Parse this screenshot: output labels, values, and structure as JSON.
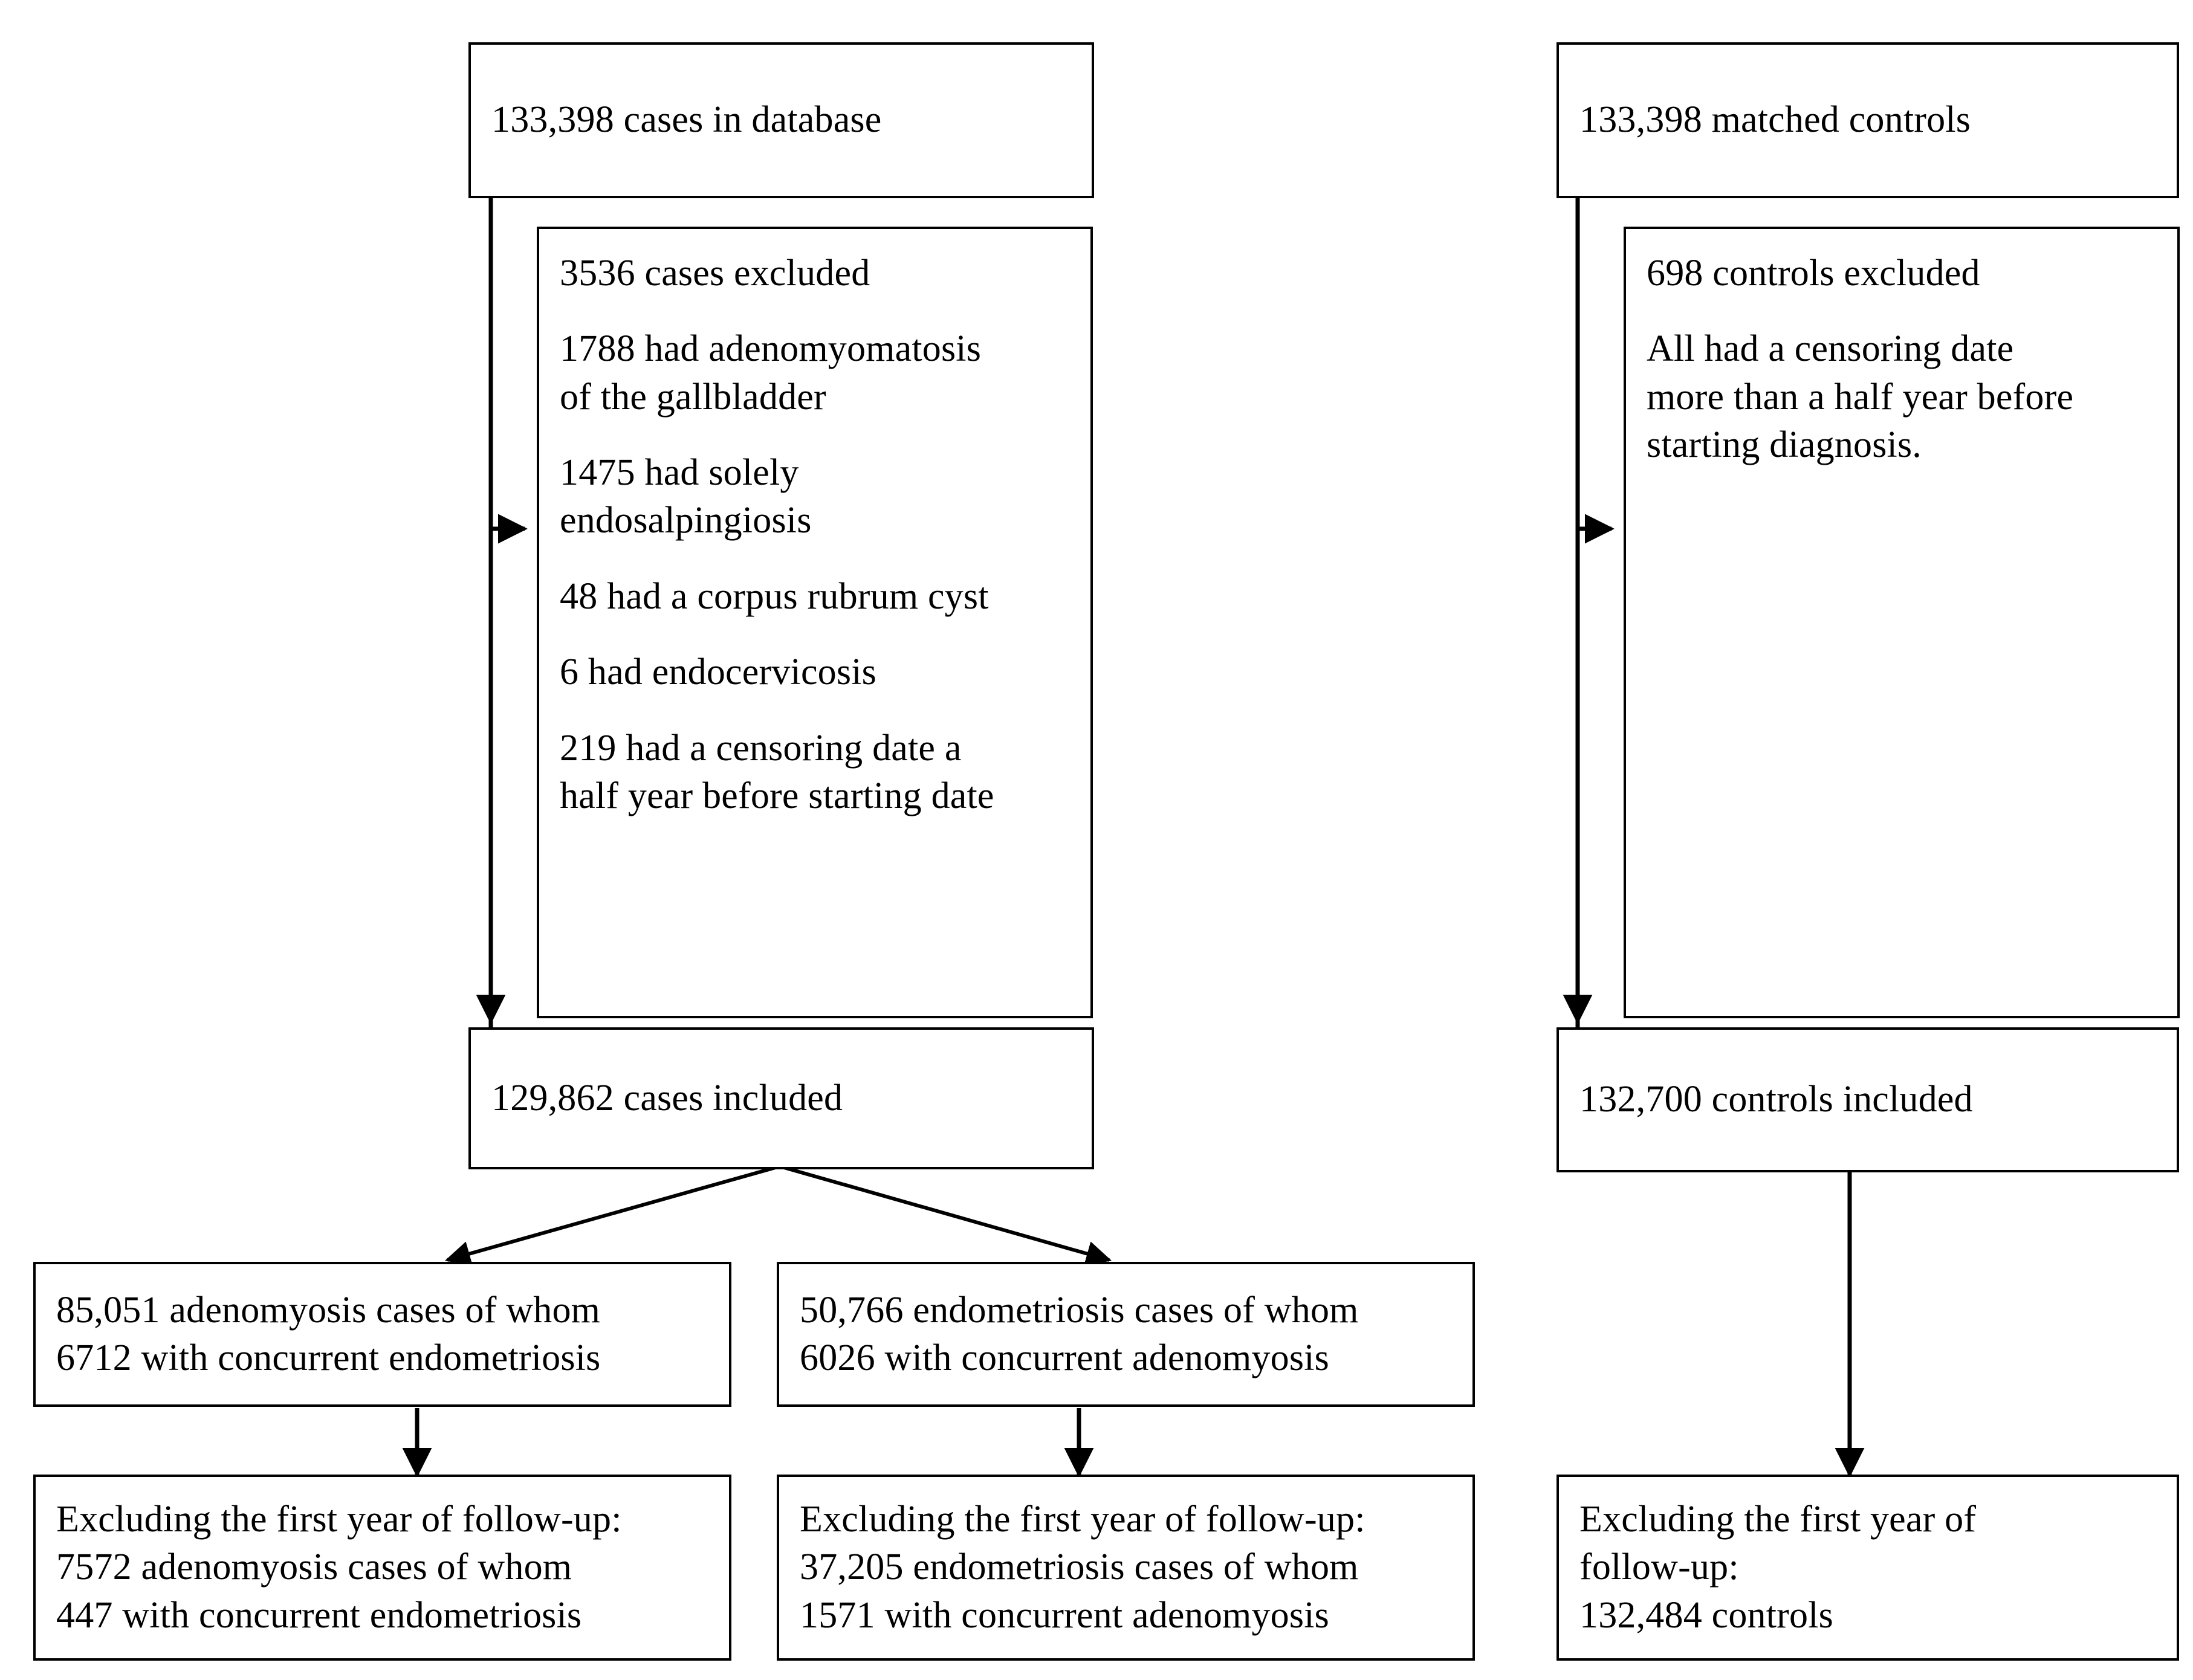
{
  "diagram": {
    "type": "flowchart",
    "title_visible": false,
    "columns": 2,
    "colors": {
      "box_border": "#000000",
      "box_fill": "#ffffff",
      "line": "#000000",
      "text": "#000000"
    },
    "nodes": {
      "cases_total": {
        "label": "133,398 cases in database"
      },
      "cases_excluded": {
        "lines": [
          "3536 cases excluded",
          "1788 had adenomyomatosis\nof the gallbladder",
          "1475 had solely\nendosalpingiosis",
          "48 had a corpus rubrum cyst",
          "6 had endocervicosis",
          "219 had a censoring date a\nhalf year before starting date"
        ]
      },
      "cases_included": {
        "label": "129,862 cases included"
      },
      "adenomyosis_cases": {
        "label": "85,051 adenomyosis cases of whom\n6712 with concurrent endometriosis"
      },
      "endometriosis_cases": {
        "label": "50,766 endometriosis cases of whom\n6026 with concurrent adenomyosis"
      },
      "adenomyosis_followup": {
        "label": "Excluding the first year of follow-up:\n7572 adenomyosis cases of whom\n447 with concurrent endometriosis"
      },
      "endometriosis_followup": {
        "label": "Excluding the first year of follow-up:\n37,205 endometriosis cases of whom\n1571 with concurrent adenomyosis"
      },
      "controls_total": {
        "label": "133,398 matched controls"
      },
      "controls_excluded": {
        "lines": [
          "698 controls excluded",
          "All had a censoring date\nmore than a half year before\nstarting diagnosis."
        ]
      },
      "controls_included": {
        "label": "132,700 controls included"
      },
      "controls_followup": {
        "label": "Excluding the first year of\nfollow-up:\n132,484 controls"
      }
    }
  },
  "chart_data": {
    "type": "flowchart",
    "title": "Study population flow diagram",
    "nodes": [
      {
        "id": "cases_total",
        "text": "133,398 cases in database",
        "count": 133398
      },
      {
        "id": "cases_excluded",
        "text": "3536 cases excluded",
        "count": 3536,
        "breakdown": [
          {
            "reason": "had adenomyomatosis of the gallbladder",
            "count": 1788
          },
          {
            "reason": "had solely endosalpingiosis",
            "count": 1475
          },
          {
            "reason": "had a corpus rubrum cyst",
            "count": 48
          },
          {
            "reason": "had endocervicosis",
            "count": 6
          },
          {
            "reason": "had a censoring date a half year before starting date",
            "count": 219
          }
        ]
      },
      {
        "id": "cases_included",
        "text": "129,862 cases included",
        "count": 129862
      },
      {
        "id": "adenomyosis_cases",
        "text": "85,051 adenomyosis cases of whom 6712 with concurrent endometriosis",
        "count": 85051,
        "concurrent": 6712
      },
      {
        "id": "endometriosis_cases",
        "text": "50,766 endometriosis cases of whom 6026 with concurrent adenomyosis",
        "count": 50766,
        "concurrent": 6026
      },
      {
        "id": "adenomyosis_followup",
        "text": "Excluding the first year of follow-up: 7572 adenomyosis cases of whom 447 with concurrent endometriosis",
        "count": 7572,
        "concurrent": 447
      },
      {
        "id": "endometriosis_followup",
        "text": "Excluding the first year of follow-up: 37,205 endometriosis cases of whom 1571 with concurrent adenomyosis",
        "count": 37205,
        "concurrent": 1571
      },
      {
        "id": "controls_total",
        "text": "133,398 matched controls",
        "count": 133398
      },
      {
        "id": "controls_excluded",
        "text": "698 controls excluded",
        "count": 698,
        "breakdown": [
          {
            "reason": "All had a censoring date more than a half year before starting diagnosis.",
            "count": 698
          }
        ]
      },
      {
        "id": "controls_included",
        "text": "132,700 controls included",
        "count": 132700
      },
      {
        "id": "controls_followup",
        "text": "Excluding the first year of follow-up: 132,484 controls",
        "count": 132484
      }
    ],
    "edges": [
      {
        "from": "cases_total",
        "to": "cases_excluded"
      },
      {
        "from": "cases_total",
        "to": "cases_included"
      },
      {
        "from": "cases_included",
        "to": "adenomyosis_cases"
      },
      {
        "from": "cases_included",
        "to": "endometriosis_cases"
      },
      {
        "from": "adenomyosis_cases",
        "to": "adenomyosis_followup"
      },
      {
        "from": "endometriosis_cases",
        "to": "endometriosis_followup"
      },
      {
        "from": "controls_total",
        "to": "controls_excluded"
      },
      {
        "from": "controls_total",
        "to": "controls_included"
      },
      {
        "from": "controls_included",
        "to": "controls_followup"
      }
    ]
  }
}
